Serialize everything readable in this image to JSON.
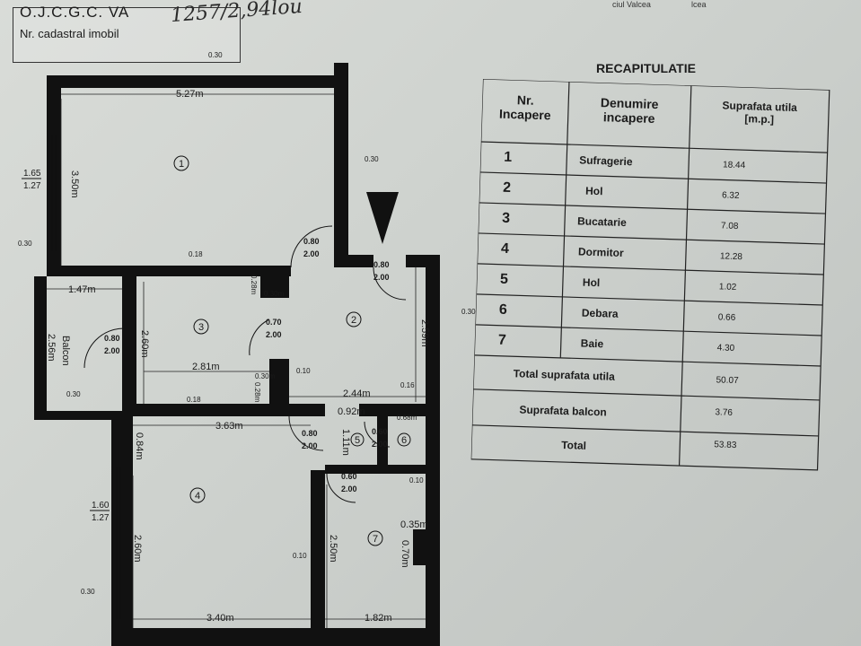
{
  "header": {
    "org": "O.J.C.G.C. VA",
    "cadastral_label": "Nr. cadastral imobil",
    "cadastral_number": "1257/2,94lou",
    "top_right_1": "ciul Valcea",
    "top_right_2": "lcea"
  },
  "plan": {
    "rooms": [
      "1",
      "2",
      "3",
      "4",
      "5",
      "6",
      "7"
    ],
    "dims": {
      "d_527": "5.27m",
      "d_350": "3.50m",
      "d_147": "1.47m",
      "d_256": "2.56m",
      "d_260a": "2.60m",
      "d_281": "2.81m",
      "d_259": "2.59m",
      "d_244": "2.44m",
      "d_363": "3.63m",
      "d_092": "0.92m",
      "d_084": "0.84m",
      "d_111": "1.11m",
      "d_260b": "2.60m",
      "d_250": "2.50m",
      "d_340": "3.40m",
      "d_182": "1.82m",
      "d_070": "0.70m",
      "d_035": "0.35m"
    },
    "small": {
      "s_030_top": "0.30",
      "s_030_r1": "0.30",
      "s_030_l": "0.30",
      "s_018_a": "0.18",
      "s_030_r2": "0.30",
      "s_030_b": "0.30",
      "s_030_bl": "0.30",
      "s_018_b": "0.18",
      "s_010_a": "0.10",
      "s_016": "0.16",
      "s_068": "0.68m",
      "s_010_b": "0.10",
      "s_010_c": "0.10",
      "s_030_m": "0.30m",
      "s_030_m2": "0.30m",
      "s_028a": "0.28m",
      "s_028b": "0.28m"
    },
    "windows": {
      "w1_top": "1.65",
      "w1_bot": "1.27",
      "w2_top": "1.60",
      "w2_bot": "1.27"
    },
    "doors": {
      "door_a_top": "0.80",
      "door_a_bot": "2.00",
      "door_b_top": "0.80",
      "door_b_bot": "2.00",
      "door_c_top": "0.80",
      "door_c_bot": "2.00",
      "door_d_top": "0.70",
      "door_d_bot": "2.00",
      "door_e_top": "0.80",
      "door_e_bot": "2.00",
      "door_f_top": "0.60",
      "door_f_bot": "2.00",
      "door_g_top": "0.60",
      "door_g_bot": "2.00"
    },
    "balcon": "Balcon"
  },
  "recap": {
    "title": "RECAPITULATIE",
    "col_nr": [
      "Nr.",
      "Incapere"
    ],
    "col_name": [
      "Denumire",
      "incapere"
    ],
    "col_area": [
      "Suprafata utila",
      "[m.p.]"
    ],
    "rows": [
      {
        "nr": "1",
        "name": "Sufragerie",
        "area": "18.44"
      },
      {
        "nr": "2",
        "name": "Hol",
        "area": "6.32"
      },
      {
        "nr": "3",
        "name": "Bucatarie",
        "area": "7.08"
      },
      {
        "nr": "4",
        "name": "Dormitor",
        "area": "12.28"
      },
      {
        "nr": "5",
        "name": "Hol",
        "area": "1.02"
      },
      {
        "nr": "6",
        "name": "Debara",
        "area": "0.66"
      },
      {
        "nr": "7",
        "name": "Baie",
        "area": "4.30"
      }
    ],
    "total_util_label": "Total suprafata utila",
    "total_util_value": "50.07",
    "balcon_label": "Suprafata balcon",
    "balcon_value": "3.76",
    "total_label": "Total",
    "total_value": "53.83"
  }
}
